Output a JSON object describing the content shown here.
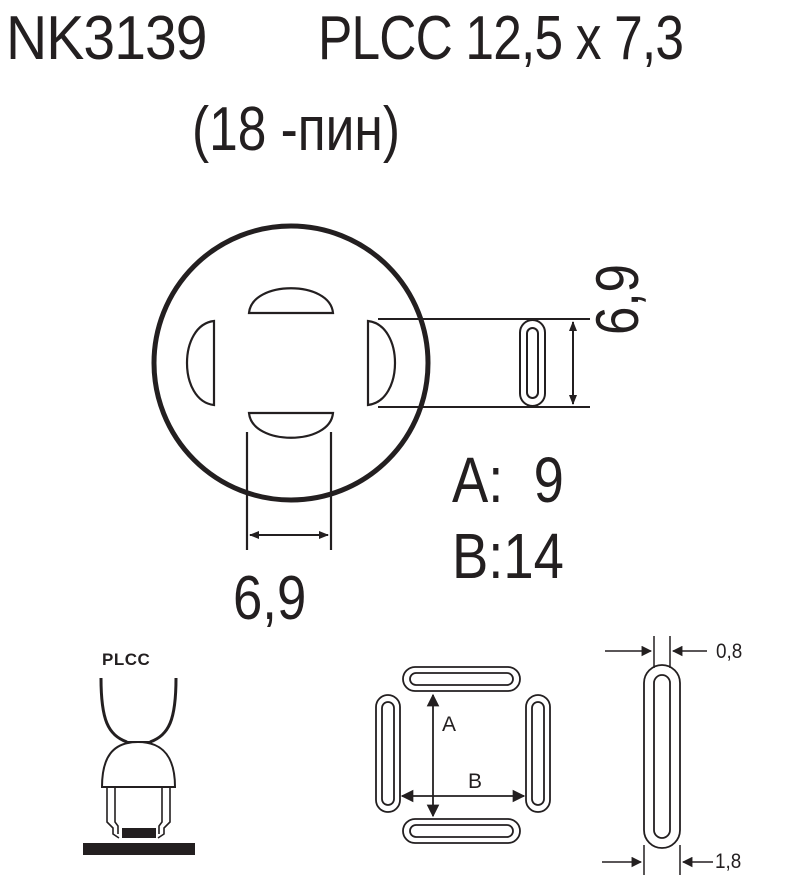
{
  "header": {
    "part_code": "NK3139",
    "package": "PLCC 12,5 x 7,3",
    "pins": "(18 -пин)"
  },
  "nozzle_top_view": {
    "dimension_vertical": "6,9",
    "dimension_horizontal": "6,9"
  },
  "specs": {
    "a_label": "A:  9",
    "b_label": "B:14"
  },
  "side_view": {
    "label": "PLCC"
  },
  "slot_layout": {
    "label_a": "A",
    "label_b": "B"
  },
  "slot_detail": {
    "inner_width": "0,8",
    "outer_width": "1,8"
  },
  "colors": {
    "ink": "#231f20",
    "background": "#ffffff"
  }
}
